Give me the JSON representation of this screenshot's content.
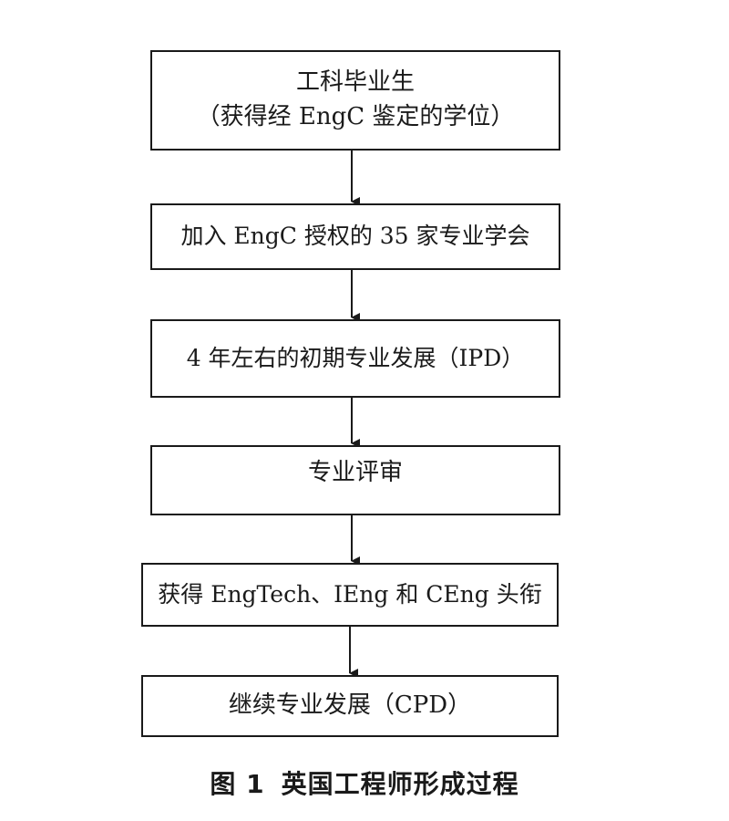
{
  "flowchart": {
    "steps": [
      {
        "line1": "工科毕业生",
        "line2": "（获得经 EngC 鉴定的学位）"
      },
      {
        "text": "加入 EngC 授权的 35 家专业学会"
      },
      {
        "text": "4 年左右的初期专业发展（IPD）"
      },
      {
        "text": "专业评审"
      },
      {
        "text": "获得 EngTech、IEng 和 CEng 头衔"
      },
      {
        "text": "继续专业发展（CPD）"
      }
    ]
  },
  "caption": {
    "label": "图 1",
    "title": "英国工程师形成过程"
  }
}
